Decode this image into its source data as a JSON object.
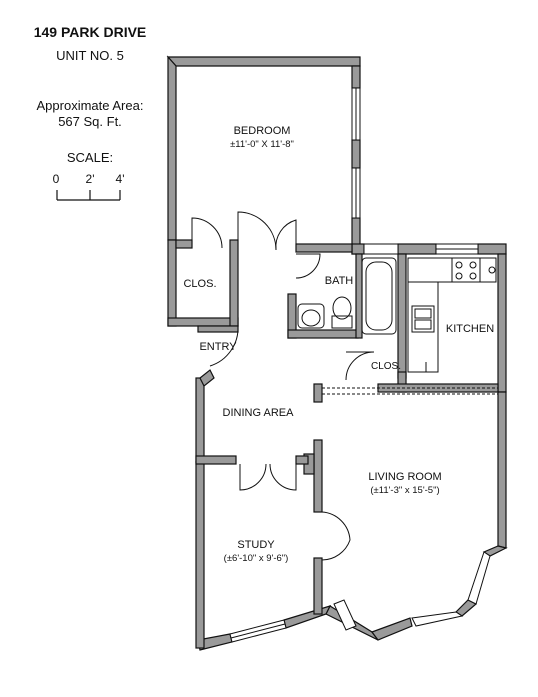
{
  "header": {
    "address": "149 PARK DRIVE",
    "unit": "UNIT NO. 5"
  },
  "area": {
    "label": "Approximate Area:",
    "value": "567 Sq. Ft."
  },
  "scale": {
    "label": "SCALE:",
    "ticks": [
      "0",
      "2'",
      "4'"
    ]
  },
  "rooms": {
    "bedroom": {
      "name": "BEDROOM",
      "dims": "±11'-0\" X 11'-8\""
    },
    "closet_bedroom": {
      "name": "CLOS."
    },
    "bath": {
      "name": "BATH"
    },
    "kitchen": {
      "name": "KITCHEN"
    },
    "entry": {
      "name": "ENTRY"
    },
    "closet_hall": {
      "name": "CLOS."
    },
    "dining": {
      "name": "DINING AREA"
    },
    "living": {
      "name": "LIVING ROOM",
      "dims": "(±11'-3\" x 15'-5\")"
    },
    "study": {
      "name": "STUDY",
      "dims": "(±6'-10\" x 9'-6\")"
    }
  }
}
